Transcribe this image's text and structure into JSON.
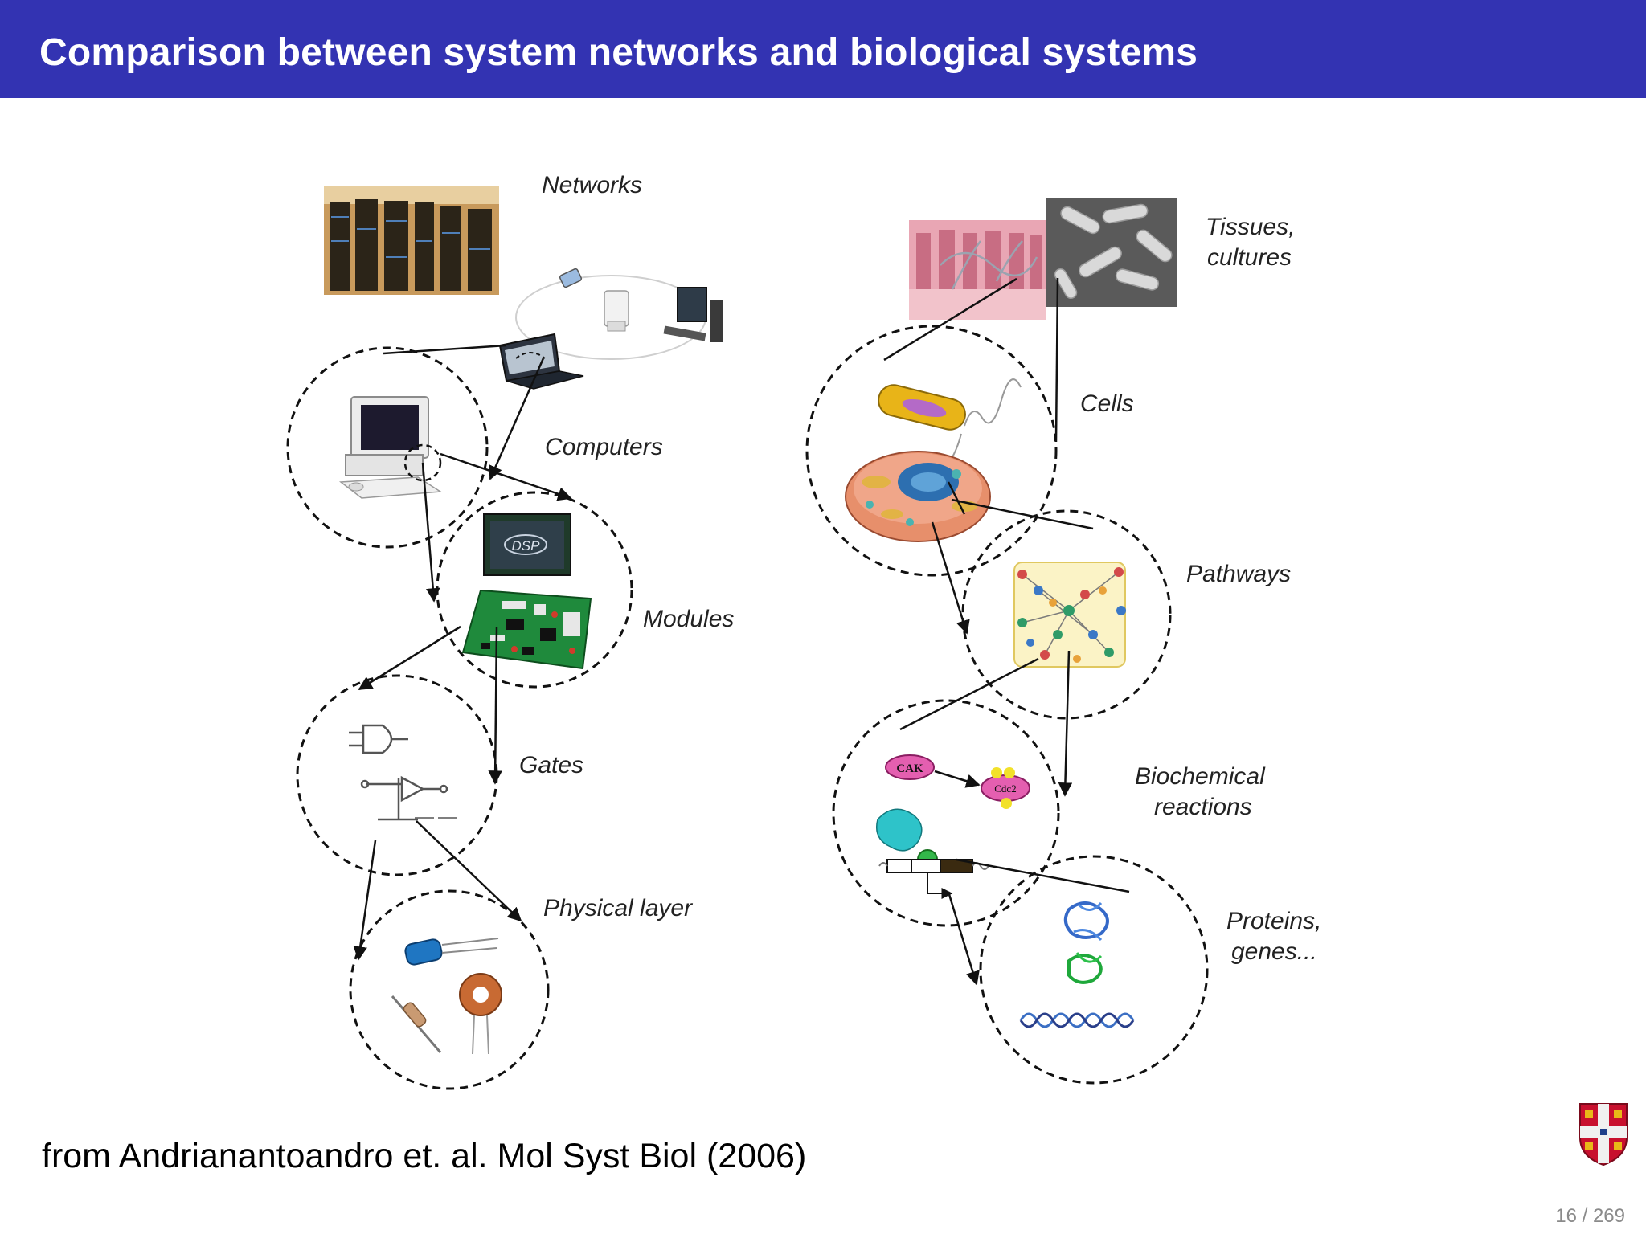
{
  "slide": {
    "title": "Comparison between system networks and biological systems",
    "citation": "from Andrianantoandro et. al. Mol Syst Biol (2006)",
    "page_number": "16 / 269"
  },
  "colors": {
    "title_bar": "#3333b2",
    "title_text": "#ffffff",
    "page_number": "#8a8a8a"
  },
  "diagram": {
    "left_column": {
      "labels": {
        "networks": "Networks",
        "computers": "Computers",
        "modules": "Modules",
        "gates": "Gates",
        "physical_layer": "Physical layer"
      }
    },
    "right_column": {
      "labels": {
        "tissues_line1": "Tissues,",
        "tissues_line2": "cultures",
        "cells": "Cells",
        "pathways": "Pathways",
        "biochem_line1": "Biochemical",
        "biochem_line2": "reactions",
        "proteins_line1": "Proteins,",
        "proteins_line2": "genes..."
      },
      "illustration_text": {
        "cak": "CAK",
        "cdc2": "Cdc2",
        "module_chip": "DSP"
      }
    }
  }
}
